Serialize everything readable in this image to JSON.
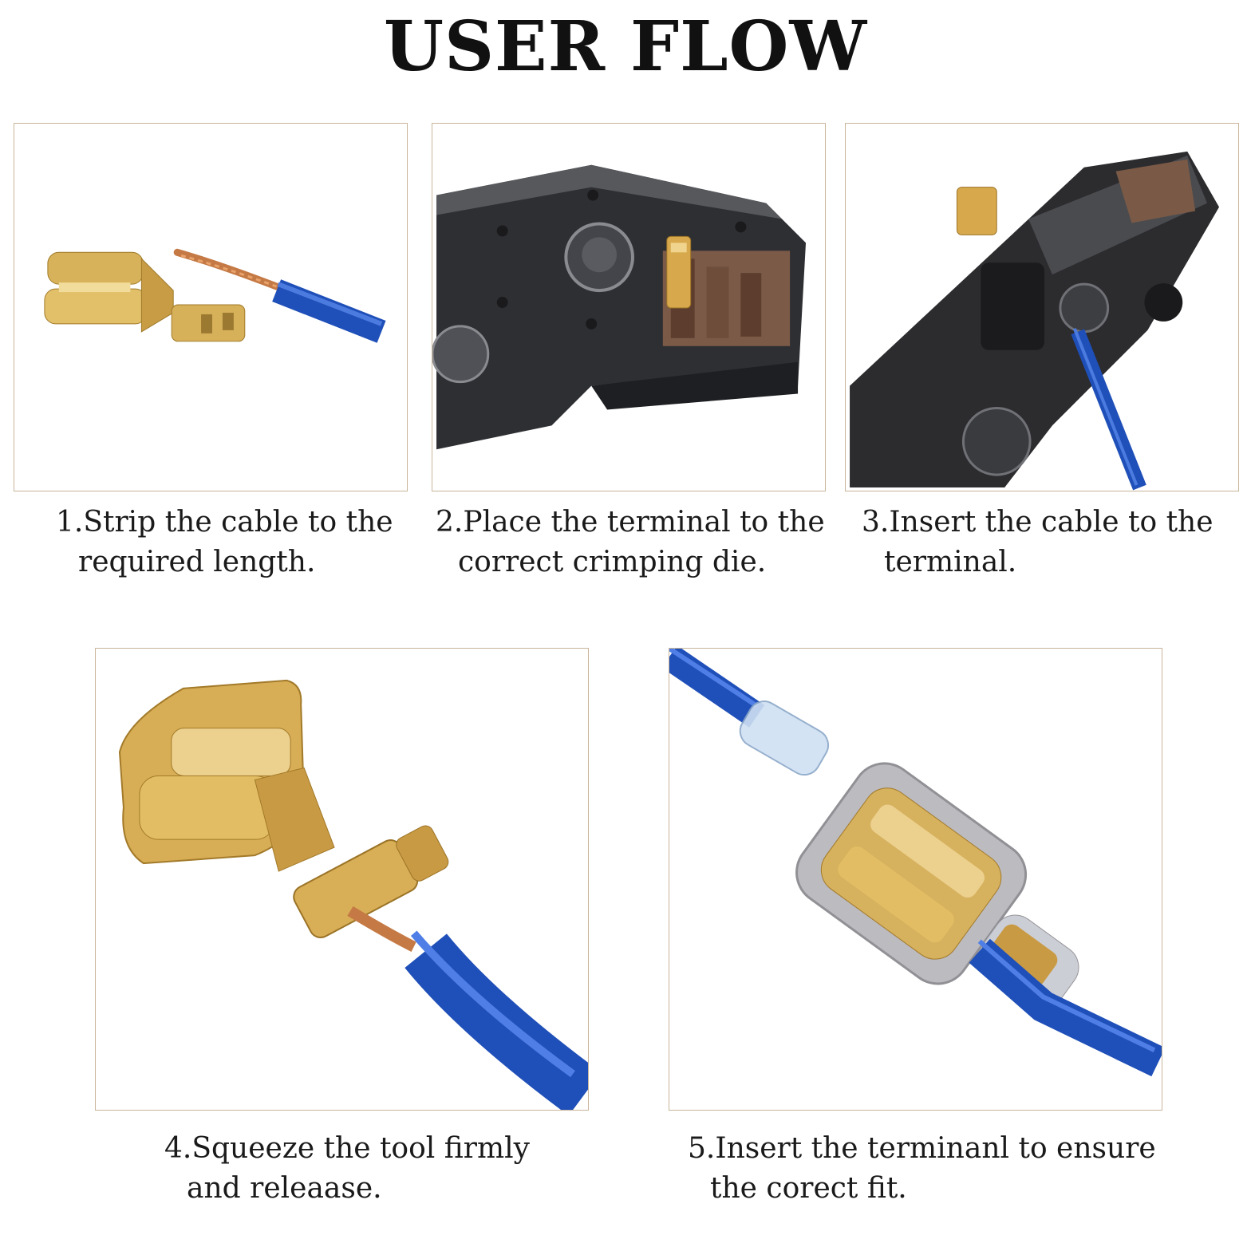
{
  "title": "USER FLOW",
  "steps": [
    {
      "line1": "1.Strip the cable to the",
      "line2": "required length.",
      "image": "stripped-cable-and-terminal"
    },
    {
      "line1": "2.Place the terminal to the",
      "line2": "correct crimping die.",
      "image": "crimping-tool-die"
    },
    {
      "line1": "3.Insert the cable to the",
      "line2": "terminal.",
      "image": "cable-in-crimper"
    },
    {
      "line1": "4.Squeeze the tool firmly",
      "line2": "and releaase.",
      "image": "crimped-terminal"
    },
    {
      "line1": "5.Insert the terminanl to ensure",
      "line2": "the corect fit.",
      "image": "insulated-terminal"
    }
  ],
  "colors": {
    "border": "#c9b59a",
    "wire_blue": "#1f4fb8",
    "brass": "#d9b45a",
    "tool": "#3a3a3c"
  }
}
